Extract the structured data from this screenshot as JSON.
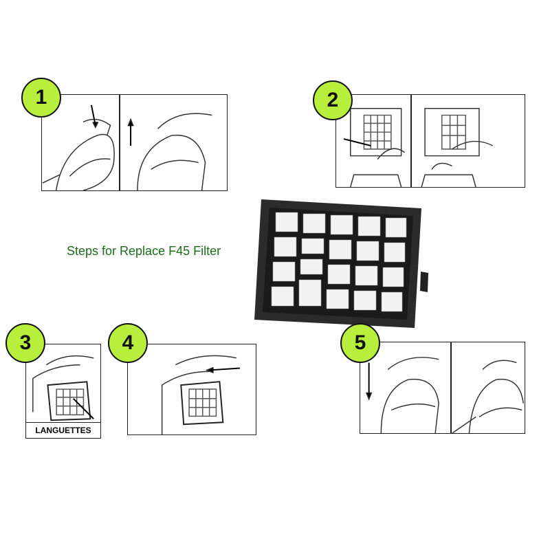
{
  "title": "Steps for Replace F45 Filter",
  "steps": [
    {
      "number": "1"
    },
    {
      "number": "2"
    },
    {
      "number": "3",
      "label": "LANGUETTES"
    },
    {
      "number": "4"
    },
    {
      "number": "5"
    }
  ],
  "colors": {
    "step_circle": "#b8ef3c",
    "title": "#1d6b1d"
  }
}
